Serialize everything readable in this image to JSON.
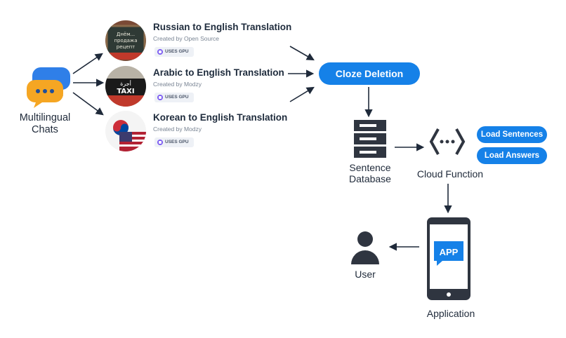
{
  "sources": {
    "label": "Multilingual\nChats"
  },
  "models": [
    {
      "title": "Russian to English Translation",
      "creator": "Created by Open Source",
      "badge": "USES GPU",
      "thumb_text": "Днём...\nпродажа\nрецепт"
    },
    {
      "title": "Arabic to English Translation",
      "creator": "Created by Modzy",
      "badge": "USES GPU",
      "thumb_text": "TAXI"
    },
    {
      "title": "Korean to English Translation",
      "creator": "Created by Modzy",
      "badge": "USES GPU",
      "thumb_text": ""
    }
  ],
  "nodes": {
    "cloze": "Cloze Deletion",
    "database": "Sentence\nDatabase",
    "cloud_function": "Cloud Function",
    "load_sentences": "Load Sentences",
    "load_answers": "Load Answers",
    "application": "Application",
    "app_badge": "APP",
    "user": "User"
  },
  "colors": {
    "accent": "#1581e8",
    "icon_dark": "#2f3540",
    "chat_blue": "#2f7fe8",
    "chat_orange": "#f5a623",
    "badge_purple": "#7c5cf2"
  }
}
